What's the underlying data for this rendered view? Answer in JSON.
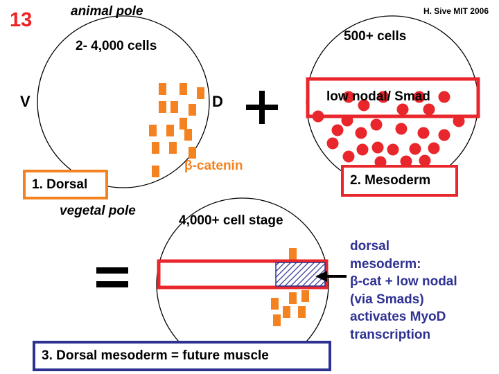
{
  "slide_number": "13",
  "credit": "H. Sive MIT 2006",
  "embryo1": {
    "top_label": "animal pole",
    "cell_count": "2- 4,000 cells",
    "left_label": "V",
    "right_label": "D",
    "signal_label": "β-catenin",
    "bottom_label": "vegetal pole",
    "box_label": "1. Dorsal"
  },
  "plus_sign": "+",
  "embryo2": {
    "cell_count": "500+ cells",
    "band_label": "low nodal/ Smad",
    "box_label": "2. Mesoderm"
  },
  "equals_sign": "=",
  "embryo3": {
    "stage_label": "4,000+ cell stage",
    "box_label": "3. Dorsal mesoderm = future muscle"
  },
  "annotation": {
    "lines": [
      "dorsal",
      "mesoderm:",
      "β-cat + low nodal",
      "(via Smads)",
      "activates MyoD",
      "transcription"
    ]
  },
  "colors": {
    "slide_number": "#ee2222",
    "beta_catenin": "#f58220",
    "nodal_red": "#e8262b",
    "box_orange": "#f58220",
    "box_blue": "#2e3192",
    "annotation_blue": "#2e3192",
    "hatch_blue": "#2e3192"
  }
}
